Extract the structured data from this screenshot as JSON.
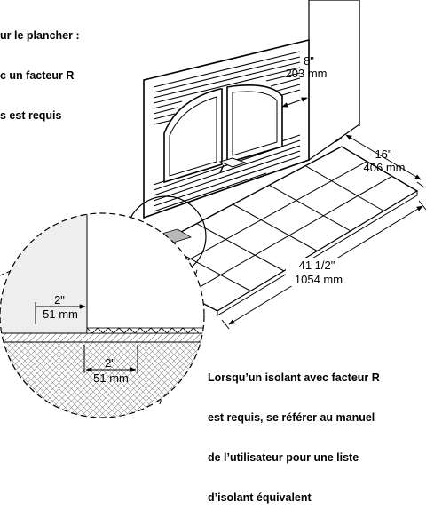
{
  "notes": {
    "top_left": [
      "ur le plancher :",
      "c un facteur R",
      "s est requis"
    ],
    "bottom_right": [
      "Lorsqu’un isolant avec facteur R",
      "est requis, se référer au manuel",
      "de l’utilisateur pour une liste",
      "d’isolant équivalent"
    ]
  },
  "dimensions": {
    "wall_clearance": {
      "imperial": "8\"",
      "metric": "203 mm"
    },
    "front_depth": {
      "imperial": "16\"",
      "metric": "406 mm"
    },
    "width": {
      "imperial": "41 1/2\"",
      "metric": "1054 mm"
    },
    "detail_side": {
      "imperial": "2\"",
      "metric": "51 mm"
    },
    "detail_bottom": {
      "imperial": "2\"",
      "metric": "51 mm"
    }
  },
  "colors": {
    "line": "#000000",
    "wall": "#f2f2f2",
    "shade": "#bfbfbf",
    "hatch": "#7a7a7a"
  }
}
